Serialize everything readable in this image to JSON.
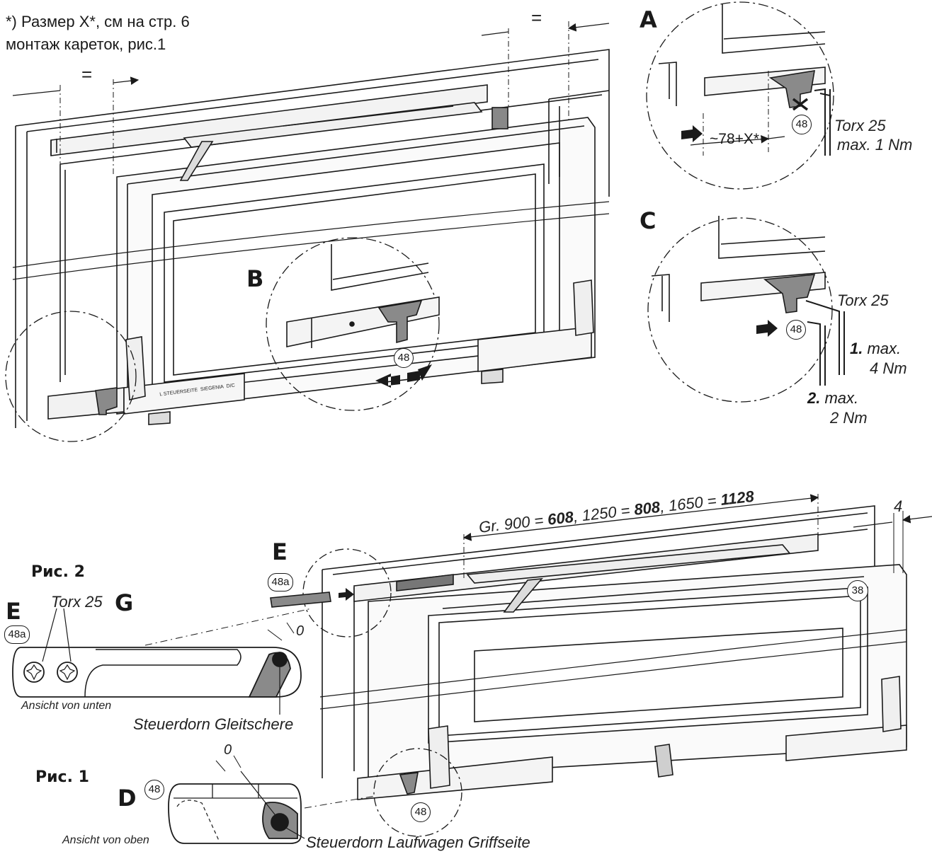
{
  "note": {
    "line1": "*) Размер X*, см на стр. 6",
    "line2": "монтаж кареток, рис.1"
  },
  "equal_sign": "=",
  "detail_letters": {
    "a": "A",
    "b": "B",
    "c": "C",
    "d": "D",
    "e": "E",
    "g": "G"
  },
  "part_numbers": {
    "p48": "48",
    "p48a": "48a",
    "p38": "38"
  },
  "detail_a": {
    "dimension": "~78+X*",
    "tool": "Torx 25",
    "torque": "max. 1 Nm"
  },
  "detail_c": {
    "tool": "Torx 25",
    "step1_num": "1.",
    "step1_text": "max.",
    "step1_value": "4 Nm",
    "step2_num": "2.",
    "step2_text": "max.",
    "step2_value": "2 Nm"
  },
  "bottom_dimension": {
    "prefix": "Gr. 900 = ",
    "v1": "608",
    "mid1": ", 1250 = ",
    "v2": "808",
    "mid2": ", 1650 = ",
    "v3": "1128",
    "gap": "4"
  },
  "fig2": {
    "title": "Рис. 2",
    "tool": "Torx 25",
    "view": "Ansicht von unten",
    "pin": "Steuerdorn Gleitschere",
    "zero": "0"
  },
  "fig1": {
    "title": "Рис. 1",
    "view": "Ansicht von oben",
    "pin": "Steuerdorn Laufwagen Griffseite",
    "zero": "0"
  },
  "hardware_labels": {
    "steuerseite": "L STEUERSEITE",
    "brand": "SIEGENIA",
    "dc": "D/C"
  },
  "colors": {
    "line": "#1a1a1a",
    "part_gray": "#8a8a8a",
    "frame_gray": "#e6e6e6"
  }
}
